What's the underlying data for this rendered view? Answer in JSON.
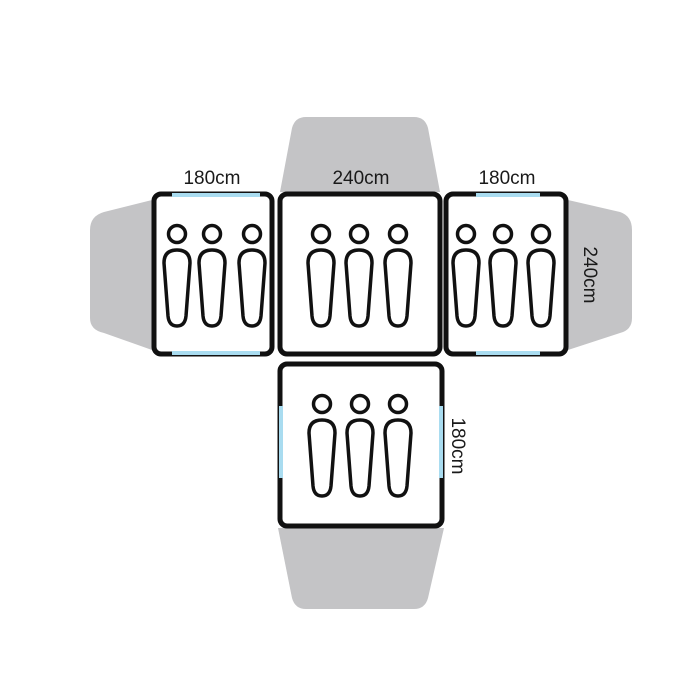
{
  "labels": {
    "left_width": "180cm",
    "center_width": "240cm",
    "right_width": "180cm",
    "right_depth": "240cm",
    "bottom_depth": "180cm"
  },
  "pods": [
    {
      "id": "left",
      "occupants": 3
    },
    {
      "id": "center",
      "occupants": 3
    },
    {
      "id": "right",
      "occupants": 3
    },
    {
      "id": "bottom",
      "occupants": 3
    }
  ],
  "colors": {
    "canopy": "#c4c4c6",
    "outline": "#111111",
    "door": "#a9dcf0",
    "fill": "#ffffff"
  },
  "icons": {
    "occupant": "sleeping-person-icon"
  }
}
